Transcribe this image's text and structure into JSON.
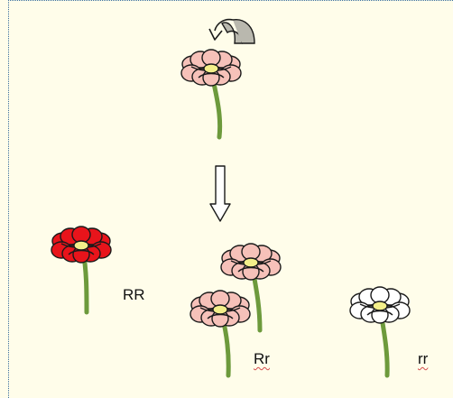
{
  "labels": {
    "homozygous_dominant": "RR",
    "heterozygous": "Rr",
    "homozygous_recessive": "rr"
  },
  "colors": {
    "red_petal": "#e8141b",
    "pink_petal": "#f6c1b9",
    "white_petal": "#ffffff",
    "stem": "#6d9a3c",
    "center": "#f3ef8a",
    "curved_arrow": "#b9b8ae",
    "background": "#fffdea",
    "frame": "#3b6f9e"
  },
  "icons": {
    "self_pollination": "curved-arrow-icon",
    "cross_result": "down-arrow-icon"
  }
}
